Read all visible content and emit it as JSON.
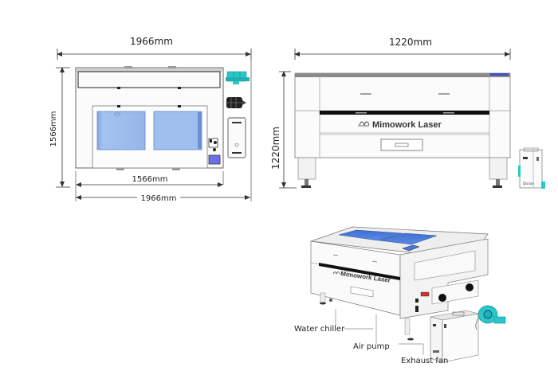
{
  "top_view": {
    "width_label_top": "1966mm",
    "depth_label": "1566mm",
    "inner_width_label": "1566mm",
    "width_label_bottom": "1966mm"
  },
  "front_view": {
    "width_label": "1220mm",
    "height_label": "1220mm",
    "brand": "Mimowork Laser",
    "chiller_brand": "Qisnan"
  },
  "perspective_view": {
    "brand": "Mimowork Laser",
    "callouts": [
      {
        "label": "Water chiller"
      },
      {
        "label": "Air pump"
      },
      {
        "label": "Exhaust fan"
      }
    ]
  },
  "colors": {
    "window_blue": "#8fb4e8",
    "window_blue_dark": "#5b86cc",
    "panel_blue": "#6a6ff0",
    "fan_teal": "#29c7c9",
    "frame_gray": "#8a8a8a",
    "dimension_line": "#333333"
  }
}
